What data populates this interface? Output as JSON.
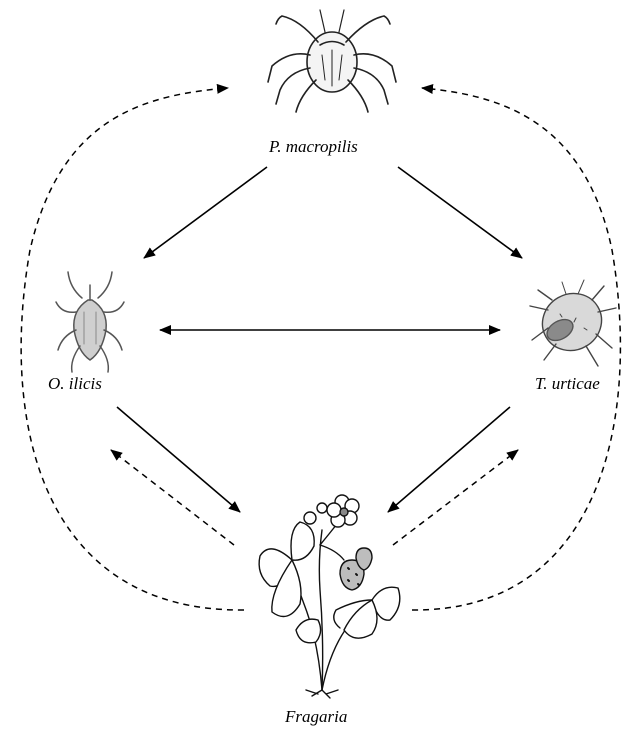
{
  "nodes": {
    "predator": {
      "label": "P. macropilis",
      "icon": "predatory-mite-icon"
    },
    "left_mite": {
      "label": "O. ilicis",
      "icon": "mite-icon"
    },
    "right_mite": {
      "label": "T. urticae",
      "icon": "spider-mite-icon"
    },
    "plant": {
      "label": "Fragaria",
      "icon": "strawberry-plant-icon"
    }
  },
  "edges": [
    {
      "from": "P. macropilis",
      "to": "O. ilicis",
      "style": "solid"
    },
    {
      "from": "P. macropilis",
      "to": "T. urticae",
      "style": "solid"
    },
    {
      "from": "O. ilicis",
      "to": "T. urticae",
      "style": "solid",
      "bidirectional": true
    },
    {
      "from": "O. ilicis",
      "to": "Fragaria",
      "style": "solid"
    },
    {
      "from": "T. urticae",
      "to": "Fragaria",
      "style": "solid"
    },
    {
      "from": "Fragaria",
      "to": "O. ilicis",
      "style": "dashed"
    },
    {
      "from": "Fragaria",
      "to": "T. urticae",
      "style": "dashed"
    },
    {
      "from": "Fragaria",
      "to": "P. macropilis",
      "style": "dashed",
      "route": "left-arc"
    },
    {
      "from": "Fragaria",
      "to": "P. macropilis",
      "style": "dashed",
      "route": "right-arc"
    }
  ],
  "colors": {
    "ink": "#000000",
    "background": "#ffffff",
    "mite_grey": "#6b6b6b",
    "berry_grey": "#9a9a9a"
  }
}
